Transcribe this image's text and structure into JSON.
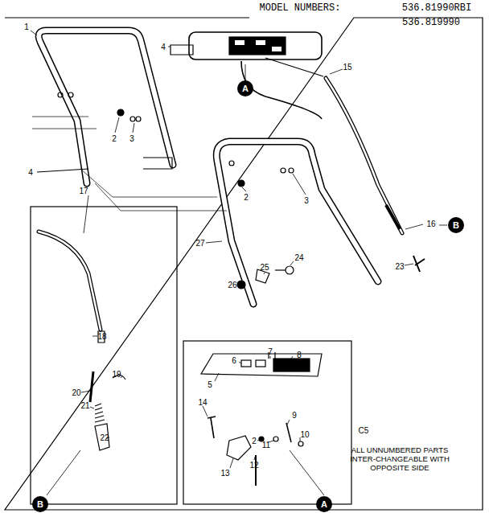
{
  "diagram": {
    "nodes": [
      {
        "text": [
          "A"
        ]
      },
      {
        "text": [
          "B"
        ]
      },
      {
        "text": [
          "B"
        ]
      },
      {
        "text": [
          "A"
        ]
      }
    ],
    "labels": [
      "MODEL NUMBERS:",
      "536.81990RBI",
      "536.819990",
      "1",
      "4",
      "15",
      "2",
      "3",
      "4",
      "2",
      "3",
      "16",
      "17",
      "27",
      "24",
      "25",
      "23",
      "26",
      "18",
      "19",
      "20",
      "21",
      "22",
      "6",
      "7",
      "8",
      "5",
      "14",
      "9",
      "10",
      "2",
      "11",
      "13",
      "12",
      "C5",
      "ALL UNNUMBERED PARTS INTER-CHANGEABLE WITH OPPOSITE SIDE"
    ]
  }
}
